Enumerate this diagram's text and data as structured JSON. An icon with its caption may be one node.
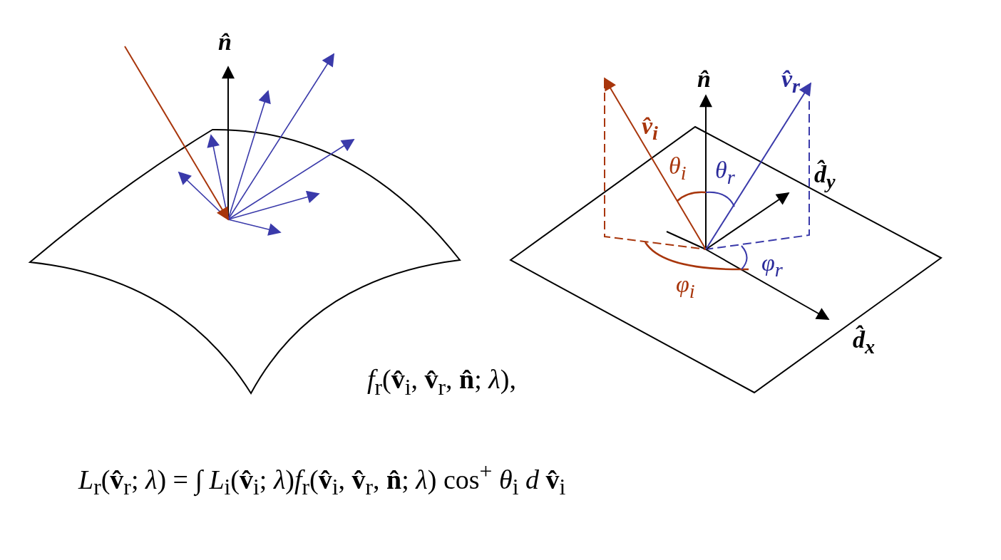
{
  "diagram": {
    "labels": [
      "n̂",
      "n̂",
      "v̂$_{r}$",
      "v̂$_{i}$",
      "θ$_{i}$",
      "θ$_{r}$",
      "d̂$_{y}$",
      "φ$_{r}$",
      "φ$_{i}$",
      "d̂$_{x}$",
      "*f*$_{r}$(**v̂**$_{i}$, **v̂**$_{r}$, **n̂**; *λ*),",
      "*L*$_{r}$(**v̂**$_{r}$; *λ*) = ∫ *L*$_{i}$(**v̂**$_{i}$; *λ*)*f*$_{r}$(**v̂**$_{i}$, **v̂**$_{r}$, **n̂**; *λ*) cos$^{+}$ *θ*$_{i}$ *d* **v̂**$_{i}$"
    ]
  }
}
